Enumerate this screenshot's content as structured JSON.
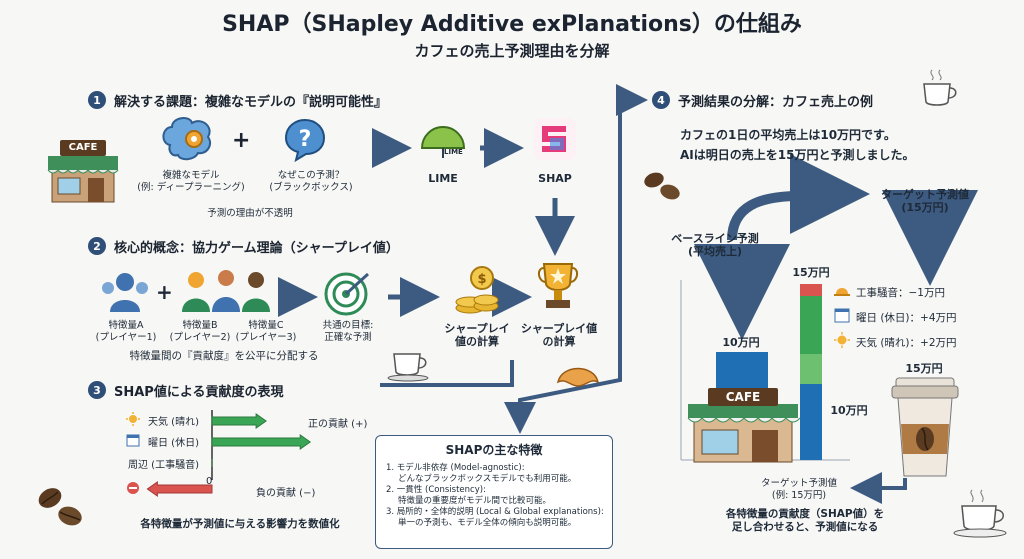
{
  "header": {
    "title": "SHAP（SHapley Additive exPlanations）の仕組み",
    "subtitle": "カフェの売上予測理由を分解"
  },
  "section1": {
    "number": "1",
    "title": "解決する課題：複雑なモデルの『説明可能性』",
    "cafe_sign": "CAFE",
    "model_label": "複雑なモデル",
    "model_sub": "(例: ディープラーニング)",
    "question_label": "なぜこの予測？",
    "question_sub": "(ブラックボックス)",
    "opaque_note": "予測の理由が不透明",
    "lime_icon_text": "LIME",
    "lime_label": "LIME",
    "shap_label": "SHAP"
  },
  "section2": {
    "number": "2",
    "title": "核心的概念：協力ゲーム理論（シャープレイ値）",
    "featureA": "特徴量A",
    "featureA_sub": "(プレイヤー1)",
    "featureB": "特徴量B",
    "featureB_sub": "(プレイヤー2)",
    "featureC": "特徴量C",
    "featureC_sub": "(プレイヤー3)",
    "goal": "共通の目標:",
    "goal_sub": "正確な予測",
    "calc1": "シャープレイ",
    "calc1_sub": "値の計算",
    "calc2": "シャープレイ値",
    "calc2_sub": "の計算",
    "distribute_note": "特徴量間の『貢献度』を公平に分配する"
  },
  "section3": {
    "number": "3",
    "title": "SHAP値による貢献度の表現",
    "bars": [
      {
        "label": "天気 (晴れ)",
        "icon": "sun-icon"
      },
      {
        "label": "曜日 (休日)",
        "icon": "calendar-icon"
      },
      {
        "label": "周辺 (工事騒音)",
        "icon": "construction-icon"
      }
    ],
    "positive": "正の貢献 (+)",
    "negative": "負の貢献 (−)",
    "zero": "0",
    "footer": "各特徴量が予測値に与える影響力を数値化"
  },
  "features_box": {
    "title": "SHAPの主な特徴",
    "items": [
      "1. モデル非依存 (Model-agnostic):",
      "どんなブラックボックスモデルでも利用可能。",
      "2. 一貫性 (Consistency):",
      "特徴量の重要度がモデル間で比較可能。",
      "3. 局所的・全体的説明 (Local & Global explanations):",
      "単一の予測も、モデル全体の傾向も説明可能。"
    ]
  },
  "section4": {
    "number": "4",
    "title": "予測結果の分解：カフェ売上の例",
    "intro1": "カフェの1日の平均売上は10万円です。",
    "intro2": "AIは明日の売上を15万円と予測しました。",
    "baseline": "ベースライン予測",
    "baseline_sub": "(平均売上)",
    "target": "ターゲット予測値",
    "target_sub": "(15万円)",
    "base_value": "10万円",
    "stack_top": "15万円",
    "stack_mid": "10万円",
    "contrib": [
      {
        "label": "工事騒音：−1万円",
        "icon": "construction-icon"
      },
      {
        "label": "曜日 (休日)：+4万円",
        "icon": "calendar-icon"
      },
      {
        "label": "天気 (晴れ)：+2万円",
        "icon": "sun-icon"
      }
    ],
    "cup_value": "15万円",
    "cafe_sign": "CAFE",
    "target_note": "ターゲット予測値",
    "target_note_sub": "(例: 15万円)",
    "footer1": "各特徴量の貢献度（SHAP値）を",
    "footer2": "足し合わせると、予測値になる"
  },
  "chart_data": {
    "type": "bar",
    "categories": [
      "天気 (晴れ)",
      "曜日 (休日)",
      "周辺 (工事騒音)"
    ],
    "values": [
      2,
      4,
      -1
    ],
    "baseline": 10,
    "prediction": 15
  }
}
